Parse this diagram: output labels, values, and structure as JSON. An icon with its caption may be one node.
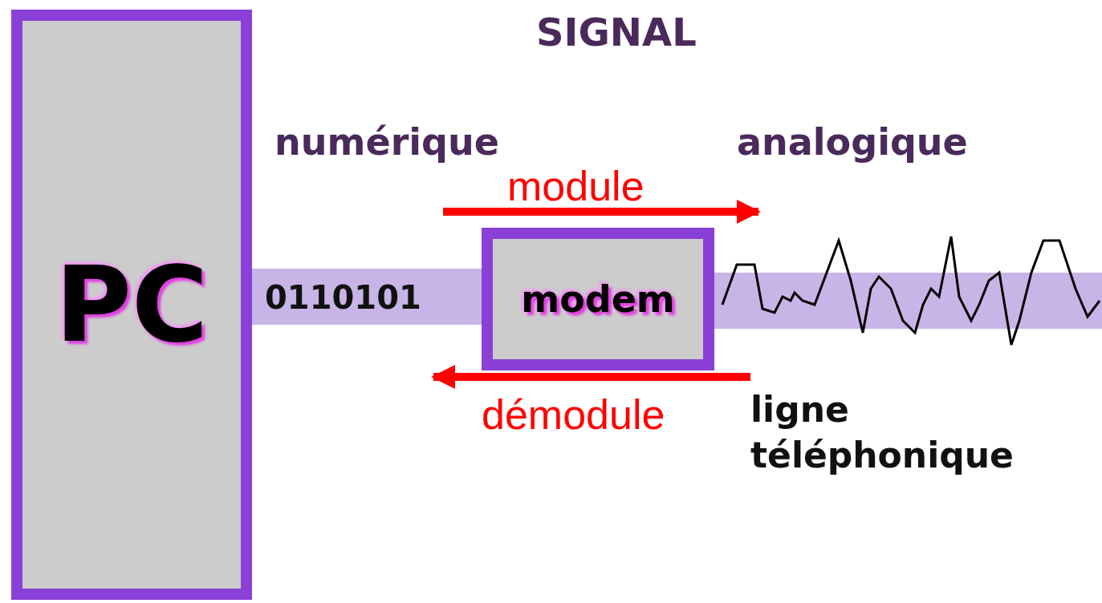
{
  "diagram": {
    "nodes": [
      {
        "text": [
          "PC"
        ]
      },
      {
        "text": [
          "modem"
        ]
      }
    ],
    "edges": [
      {
        "from": 0,
        "to": 1,
        "arrow": "none",
        "label": "0110101"
      },
      {
        "from": 1,
        "to": null,
        "arrow": "none"
      }
    ],
    "labels": [
      "SIGNAL",
      "numérique",
      "analogique",
      "module",
      "démodule",
      "ligne téléphonique"
    ]
  }
}
